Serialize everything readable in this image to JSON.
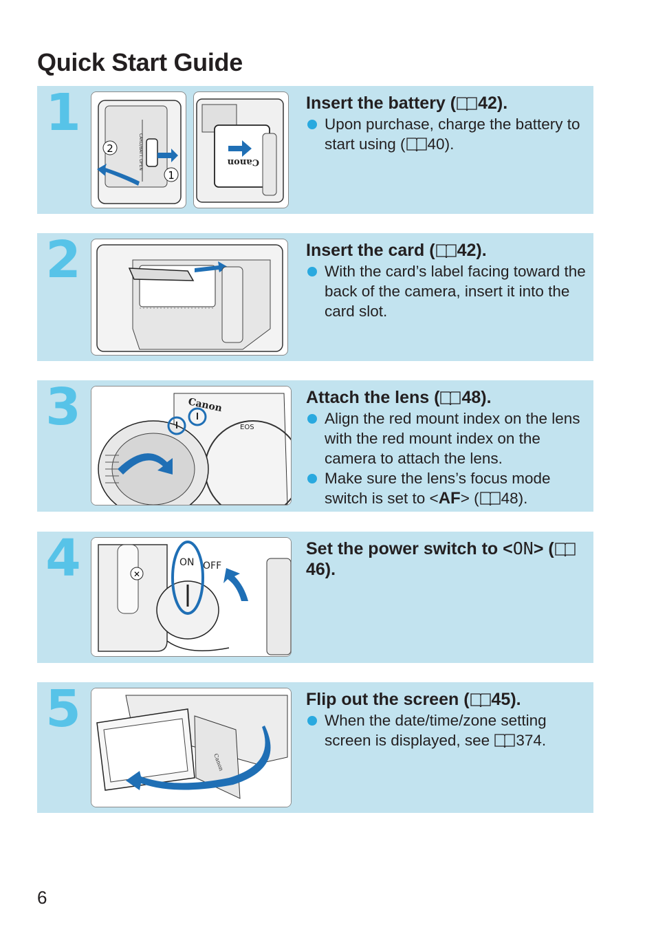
{
  "page": {
    "title": "Quick Start Guide",
    "page_number": "6"
  },
  "steps": [
    {
      "number": "1",
      "heading_pre": "Insert the battery (",
      "heading_ref": "42).",
      "bullets": [
        {
          "pre": "Upon purchase, charge the battery to start using (",
          "ref": "40)."
        }
      ],
      "photo_labels": {
        "callout_a": "2",
        "callout_b": "1",
        "door_label": "CARD/BATT. OPEN",
        "battery_text": "Canon"
      }
    },
    {
      "number": "2",
      "heading_pre": "Insert the card (",
      "heading_ref": "42).",
      "bullets": [
        {
          "pre": "With the card’s label facing toward the back of the camera, insert it into the card slot.",
          "ref": ""
        }
      ]
    },
    {
      "number": "3",
      "heading_pre": "Attach the lens (",
      "heading_ref": "48).",
      "bullets": [
        {
          "pre": "Align the red mount index on the lens with the red mount index on the camera to attach the lens.",
          "ref": ""
        },
        {
          "pre": "Make sure the lens’s focus mode switch is set to <",
          "mid": "AF",
          "post": "> (",
          "ref": "48)."
        }
      ],
      "photo_labels": {
        "brand": "Canon",
        "model": "EOS"
      }
    },
    {
      "number": "4",
      "heading_pre": "Set the power switch to <",
      "heading_mid": "ON",
      "heading_post": "> (",
      "heading_ref": "46).",
      "bullets": [],
      "photo_labels": {
        "on": "ON",
        "off": "OFF"
      }
    },
    {
      "number": "5",
      "heading_pre": "Flip out the screen (",
      "heading_ref": "45).",
      "bullets": [
        {
          "pre": "When the date/time/zone setting screen is displayed, see ",
          "ref": "374."
        }
      ],
      "photo_labels": {
        "brand": "Canon"
      }
    }
  ]
}
